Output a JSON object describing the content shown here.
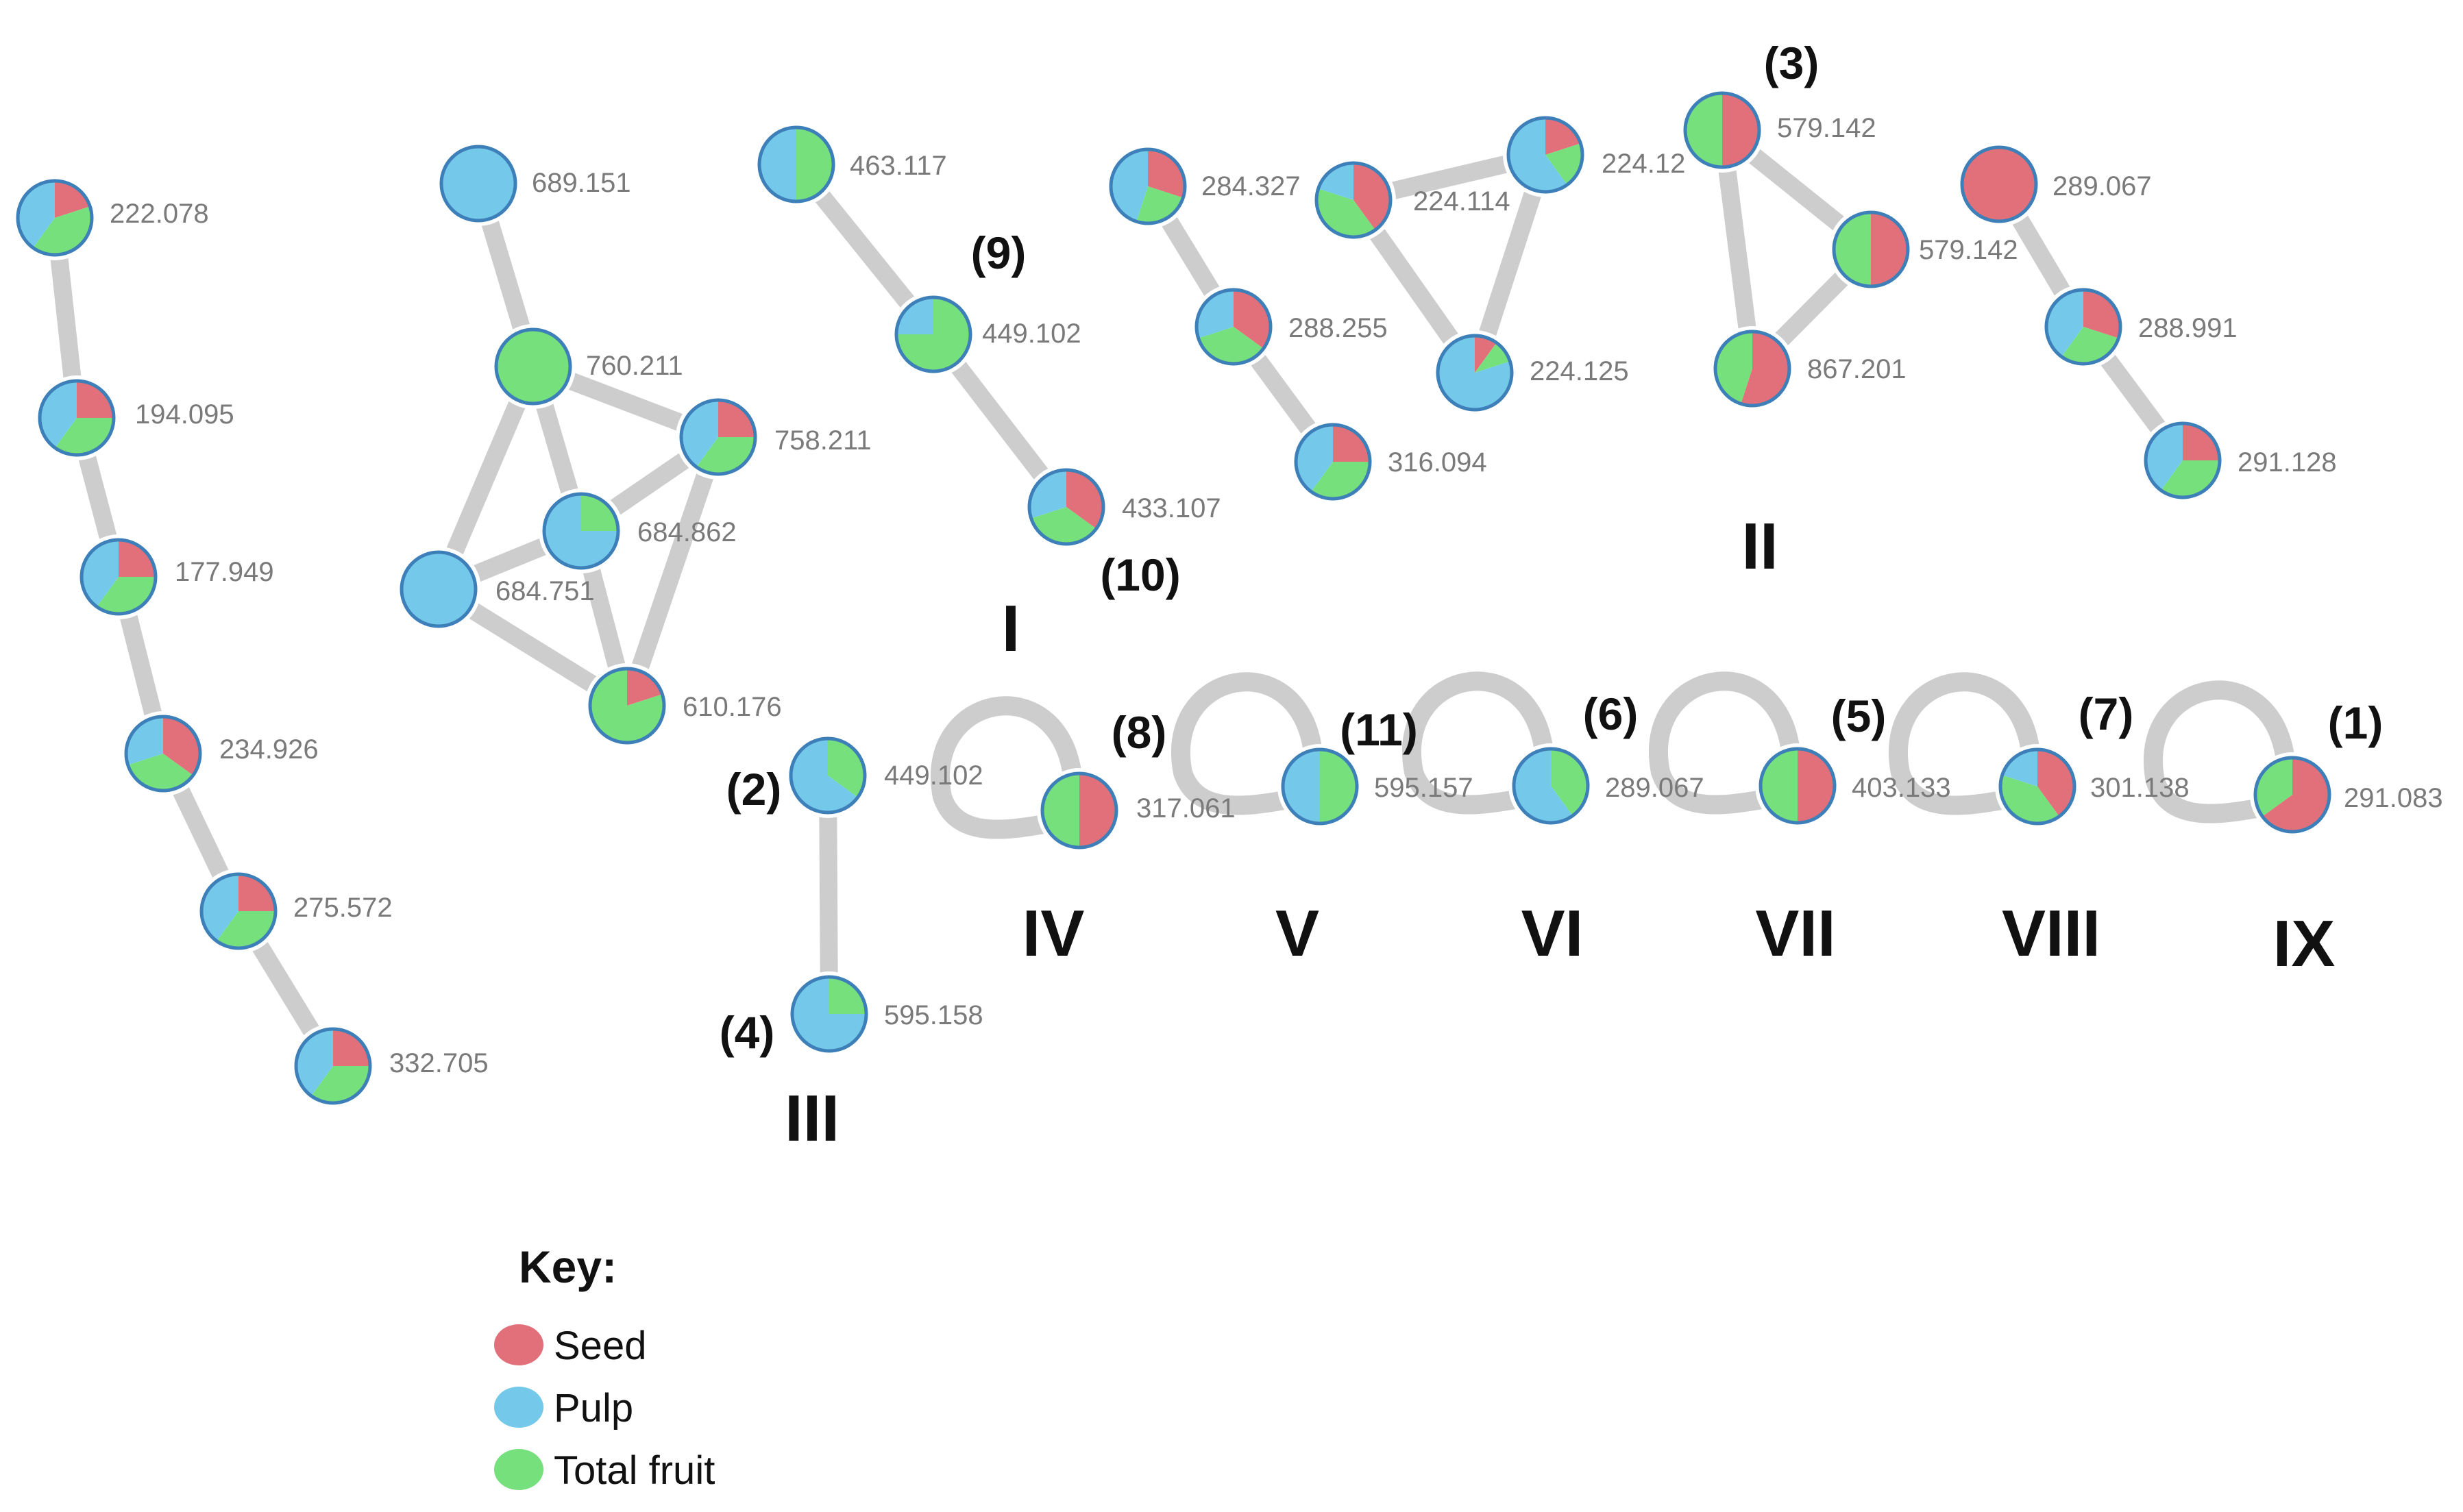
{
  "colors": {
    "seed": "#e2707a",
    "pulp": "#74c8ea",
    "total": "#75e07c",
    "edge": "#cdcdcd",
    "outline": "#3d7fb8"
  },
  "nodes": [
    {
      "id": "a1",
      "label": "222.078",
      "seed": 0.2,
      "pulp": 0.4,
      "total": 0.4
    },
    {
      "id": "a2",
      "label": "194.095",
      "seed": 0.25,
      "pulp": 0.4,
      "total": 0.35
    },
    {
      "id": "a3",
      "label": "177.949",
      "seed": 0.25,
      "pulp": 0.4,
      "total": 0.35
    },
    {
      "id": "a4",
      "label": "234.926",
      "seed": 0.35,
      "pulp": 0.3,
      "total": 0.35
    },
    {
      "id": "a5",
      "label": "275.572",
      "seed": 0.25,
      "pulp": 0.4,
      "total": 0.35
    },
    {
      "id": "a6",
      "label": "332.705",
      "seed": 0.25,
      "pulp": 0.4,
      "total": 0.35
    },
    {
      "id": "b1",
      "label": "689.151",
      "seed": 0,
      "pulp": 1,
      "total": 0
    },
    {
      "id": "b2",
      "label": "760.211",
      "seed": 0,
      "pulp": 0,
      "total": 1
    },
    {
      "id": "b3",
      "label": "758.211",
      "seed": 0.25,
      "pulp": 0.4,
      "total": 0.35
    },
    {
      "id": "b4",
      "label": "684.862",
      "seed": 0,
      "pulp": 0.75,
      "total": 0.25
    },
    {
      "id": "b5",
      "label": "684.751",
      "seed": 0,
      "pulp": 1,
      "total": 0
    },
    {
      "id": "b6",
      "label": "610.176",
      "seed": 0.2,
      "pulp": 0,
      "total": 0.8
    },
    {
      "id": "c1",
      "label": "463.117",
      "seed": 0,
      "pulp": 0.5,
      "total": 0.5
    },
    {
      "id": "c2",
      "label": "449.102",
      "seed": 0,
      "pulp": 0.25,
      "total": 0.75
    },
    {
      "id": "c3",
      "label": "433.107",
      "seed": 0.35,
      "pulp": 0.3,
      "total": 0.35
    },
    {
      "id": "d1",
      "label": "284.327",
      "seed": 0.3,
      "pulp": 0.45,
      "total": 0.25
    },
    {
      "id": "d2",
      "label": "288.255",
      "seed": 0.35,
      "pulp": 0.3,
      "total": 0.35
    },
    {
      "id": "d3",
      "label": "316.094",
      "seed": 0.25,
      "pulp": 0.4,
      "total": 0.35
    },
    {
      "id": "e1",
      "label": "224.114",
      "seed": 0.4,
      "pulp": 0.2,
      "total": 0.4
    },
    {
      "id": "e2",
      "label": "224.12",
      "seed": 0.2,
      "pulp": 0.6,
      "total": 0.2
    },
    {
      "id": "e3",
      "label": "224.125",
      "seed": 0.1,
      "pulp": 0.8,
      "total": 0.1
    },
    {
      "id": "f1",
      "label": "579.142",
      "seed": 0.5,
      "pulp": 0,
      "total": 0.5
    },
    {
      "id": "f2",
      "label": "579.142",
      "seed": 0.5,
      "pulp": 0,
      "total": 0.5
    },
    {
      "id": "f3",
      "label": "867.201",
      "seed": 0.55,
      "pulp": 0,
      "total": 0.45
    },
    {
      "id": "g1",
      "label": "289.067",
      "seed": 1,
      "pulp": 0,
      "total": 0
    },
    {
      "id": "g2",
      "label": "288.991",
      "seed": 0.3,
      "pulp": 0.4,
      "total": 0.3
    },
    {
      "id": "g3",
      "label": "291.128",
      "seed": 0.25,
      "pulp": 0.4,
      "total": 0.35
    },
    {
      "id": "h1",
      "label": "449.102",
      "seed": 0,
      "pulp": 0.65,
      "total": 0.35
    },
    {
      "id": "h2",
      "label": "595.158",
      "seed": 0,
      "pulp": 0.75,
      "total": 0.25
    },
    {
      "id": "s4",
      "label": "317.061",
      "seed": 0.5,
      "pulp": 0,
      "total": 0.5
    },
    {
      "id": "s5",
      "label": "595.157",
      "seed": 0,
      "pulp": 0.5,
      "total": 0.5
    },
    {
      "id": "s6",
      "label": "289.067",
      "seed": 0,
      "pulp": 0.6,
      "total": 0.4
    },
    {
      "id": "s7",
      "label": "403.133",
      "seed": 0.5,
      "pulp": 0,
      "total": 0.5
    },
    {
      "id": "s8",
      "label": "301.138",
      "seed": 0.4,
      "pulp": 0.2,
      "total": 0.4
    },
    {
      "id": "s9",
      "label": "291.083",
      "seed": 0.65,
      "pulp": 0,
      "total": 0.35
    }
  ],
  "edges": [
    [
      "a1",
      "a2"
    ],
    [
      "a2",
      "a3"
    ],
    [
      "a3",
      "a4"
    ],
    [
      "a4",
      "a5"
    ],
    [
      "a5",
      "a6"
    ],
    [
      "b1",
      "b2"
    ],
    [
      "b2",
      "b3"
    ],
    [
      "b2",
      "b4"
    ],
    [
      "b2",
      "b5"
    ],
    [
      "b3",
      "b4"
    ],
    [
      "b3",
      "b6"
    ],
    [
      "b4",
      "b5"
    ],
    [
      "b4",
      "b6"
    ],
    [
      "b5",
      "b6"
    ],
    [
      "c1",
      "c2"
    ],
    [
      "c2",
      "c3"
    ],
    [
      "d1",
      "d2"
    ],
    [
      "d2",
      "d3"
    ],
    [
      "e1",
      "e2"
    ],
    [
      "e1",
      "e3"
    ],
    [
      "e2",
      "e3"
    ],
    [
      "f1",
      "f2"
    ],
    [
      "f1",
      "f3"
    ],
    [
      "f2",
      "f3"
    ],
    [
      "g1",
      "g2"
    ],
    [
      "g2",
      "g3"
    ],
    [
      "h1",
      "h2"
    ]
  ],
  "self_loops": [
    "s4",
    "s5",
    "s6",
    "s7",
    "s8",
    "s9"
  ],
  "cluster_labels": [
    "I",
    "II",
    "III",
    "IV",
    "V",
    "VI",
    "VII",
    "VIII",
    "IX"
  ],
  "annotations": [
    "(1)",
    "(2)",
    "(3)",
    "(4)",
    "(5)",
    "(6)",
    "(7)",
    "(8)",
    "(9)",
    "(10)",
    "(11)"
  ],
  "key": {
    "title": "Key:",
    "items": [
      {
        "label": "Seed",
        "color": "#e2707a"
      },
      {
        "label": "Pulp",
        "color": "#74c8ea"
      },
      {
        "label": "Total fruit",
        "color": "#75e07c"
      }
    ]
  }
}
